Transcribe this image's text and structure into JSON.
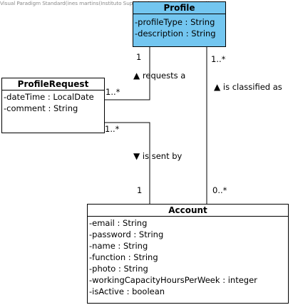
{
  "watermark": "Visual Paradigm Standard(ines martins(Instituto Superior de Engenharia do Porto))",
  "classes": {
    "profile": {
      "name": "Profile",
      "attributes": [
        "-profileType : String",
        "-description : String"
      ],
      "fill": "#73c6f0"
    },
    "profile_request": {
      "name": "ProfileRequest",
      "attributes": [
        "-dateTime : LocalDate",
        "-comment : String"
      ]
    },
    "account": {
      "name": "Account",
      "attributes": [
        "-email : String",
        "-password : String",
        "-name : String",
        "-function : String",
        "-photo : String",
        "-workingCapacityHoursPerWeek : integer",
        "-isActive : boolean"
      ]
    }
  },
  "associations": {
    "requests_a": {
      "label": "requests a",
      "arrow": "▲",
      "profile_end": "1",
      "request_end": "1..*"
    },
    "is_sent_by": {
      "label": "is sent by",
      "arrow": "▼",
      "request_end": "1..*",
      "account_end": "1"
    },
    "is_classified_as": {
      "label": "is classified as",
      "arrow": "▲",
      "profile_end": "1..*",
      "account_end": "0..*"
    }
  }
}
